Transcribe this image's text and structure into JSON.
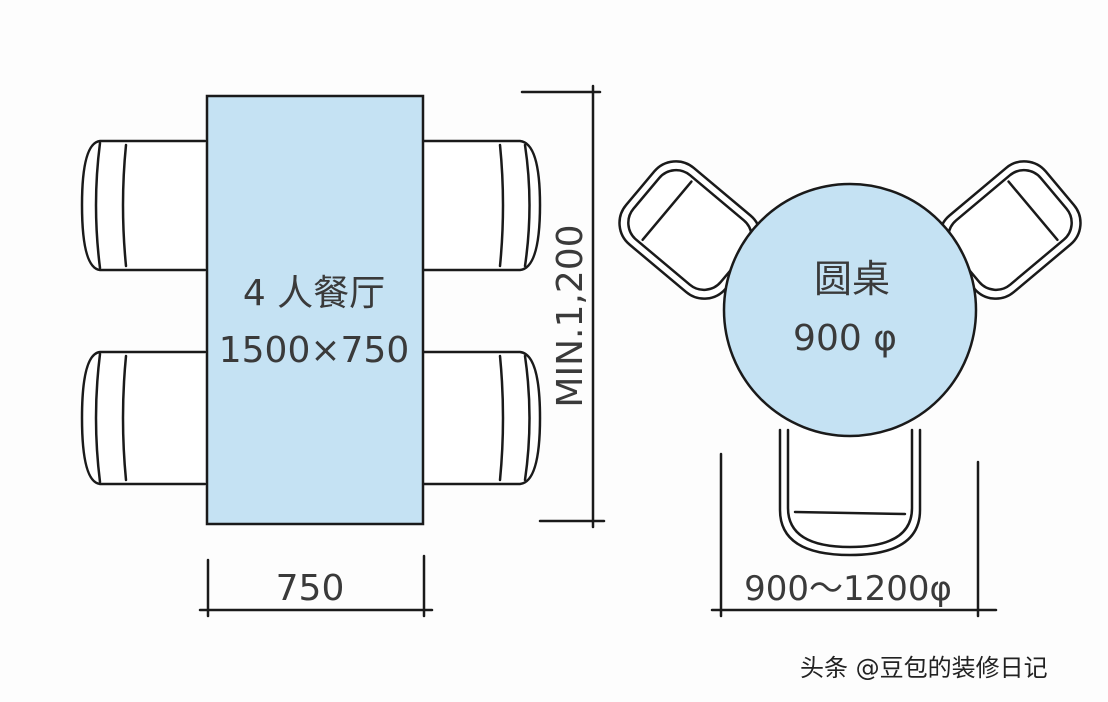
{
  "rect_table": {
    "label": "4 人餐厅",
    "size": "1500×750",
    "width_dim": "750",
    "height_dim": "MIN.1,200",
    "fill_color": "#c5e2f3"
  },
  "round_table": {
    "label": "圆桌",
    "size": "900 φ",
    "clearance_dim": "900～1200φ",
    "fill_color": "#c5e2f3"
  },
  "watermark": "头条 @豆包的装修日记"
}
